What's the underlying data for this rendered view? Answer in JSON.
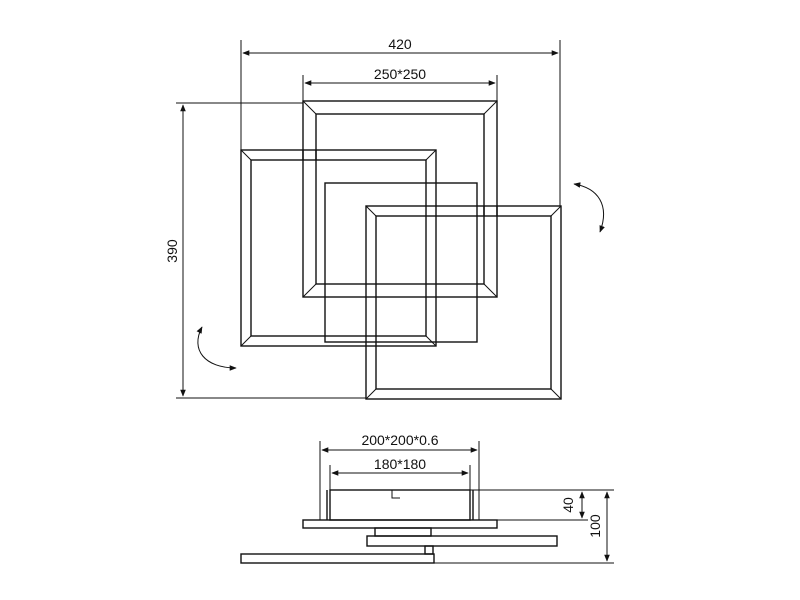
{
  "top_view": {
    "overall_width": "420",
    "frame_size": "250*250",
    "overall_height": "390"
  },
  "side_view": {
    "base_size": "200*200*0.6",
    "inner_size": "180*180",
    "base_height": "40",
    "total_height": "100"
  },
  "colors": {
    "line": "#111111",
    "background": "#ffffff"
  }
}
